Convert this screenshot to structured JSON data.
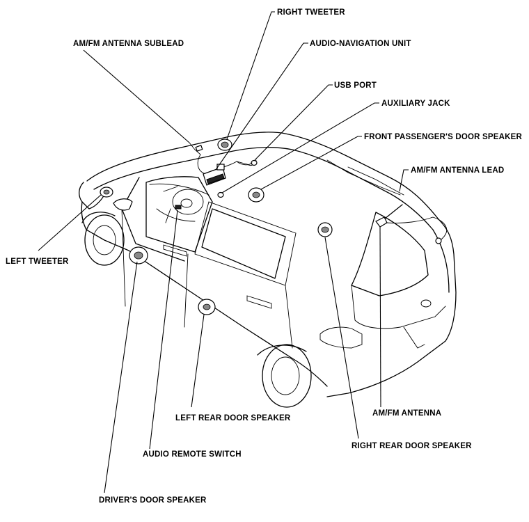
{
  "diagram": {
    "labels": {
      "right_tweeter": "RIGHT TWEETER",
      "am_fm_antenna_sublead": "AM/FM ANTENNA SUBLEAD",
      "audio_navigation_unit": "AUDIO-NAVIGATION UNIT",
      "usb_port": "USB PORT",
      "auxiliary_jack": "AUXILIARY JACK",
      "front_passenger_door_speaker": "FRONT PASSENGER'S DOOR SPEAKER",
      "am_fm_antenna_lead": "AM/FM ANTENNA LEAD",
      "left_tweeter": "LEFT TWEETER",
      "left_rear_door_speaker": "LEFT REAR DOOR SPEAKER",
      "am_fm_antenna": "AM/FM ANTENNA",
      "right_rear_door_speaker": "RIGHT REAR DOOR SPEAKER",
      "audio_remote_switch": "AUDIO REMOTE SWITCH",
      "drivers_door_speaker": "DRIVER'S DOOR SPEAKER"
    }
  }
}
